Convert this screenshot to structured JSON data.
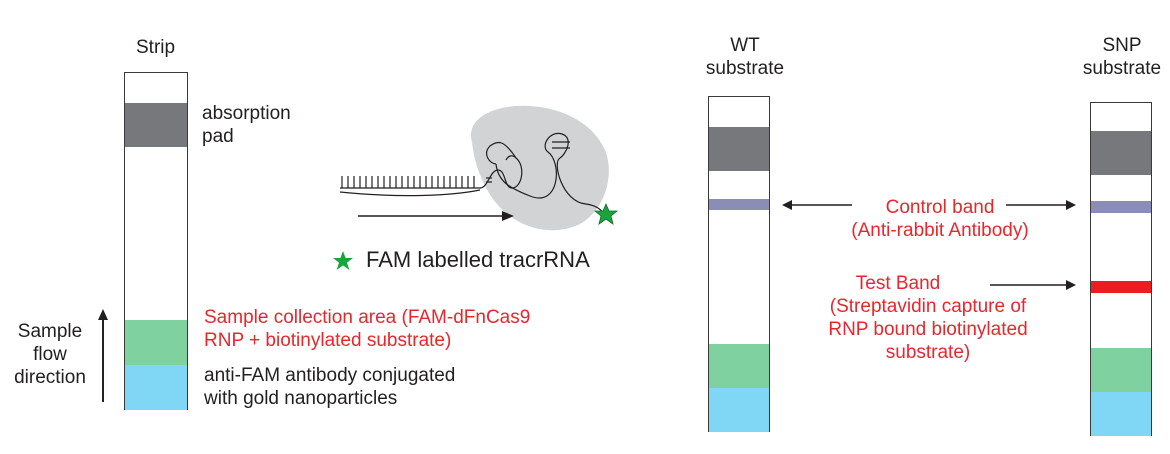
{
  "strip": {
    "title": "Strip",
    "absorption_label": [
      "absorption",
      "pad"
    ],
    "flow_label": [
      "Sample",
      "flow",
      "direction"
    ],
    "sample_area_label": [
      "Sample collection area (FAM-dFnCas9",
      "RNP + biotinylated substrate)"
    ],
    "antibody_label": [
      "anti-FAM antibody conjugated",
      "with gold nanoparticles"
    ]
  },
  "rnp": {
    "legend": "FAM labelled tracrRNA"
  },
  "wt": {
    "title": [
      "WT",
      "substrate"
    ]
  },
  "snp": {
    "title": [
      "SNP",
      "substrate"
    ]
  },
  "control_band_label": [
    "Control band",
    "(Anti-rabbit Antibody)"
  ],
  "test_band_label": [
    "Test Band",
    "(Streptavidin capture of",
    "RNP bound biotinylated",
    "substrate)"
  ],
  "colors": {
    "pad": "#77787b",
    "control": "#8a8db5",
    "test": "#ed1c24",
    "sample": "#7fd2a0",
    "gold": "#7fd6f5",
    "text_red": "#e8272d",
    "protein": "#d1d3d4",
    "star": "#1aa53c"
  }
}
